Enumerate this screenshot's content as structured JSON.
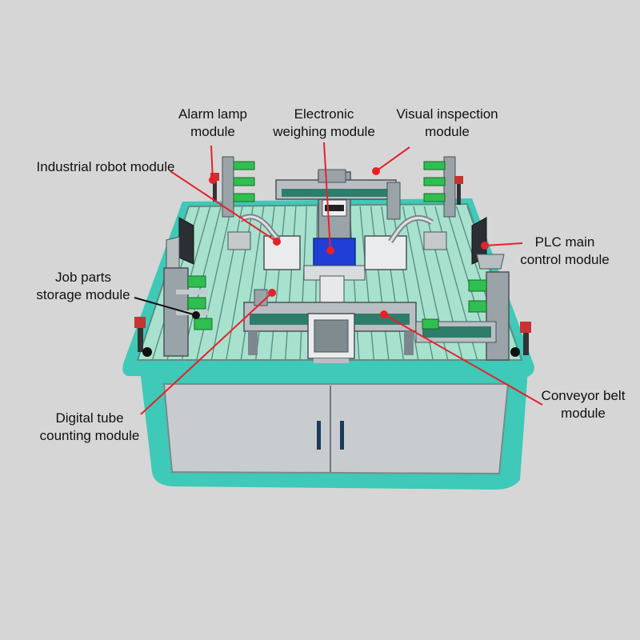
{
  "colors": {
    "background": "#d6d6d6",
    "frame": "#3ec9b8",
    "table_top": "#8fd8c0",
    "leader_line": "#e8202a",
    "marker": "#e8202a",
    "module_green": "#2fbf4f",
    "conveyor_belt": "#2e7d6a"
  },
  "labels": {
    "alarm_lamp": [
      "Alarm lamp",
      "module"
    ],
    "electronic_weighing": [
      "Electronic",
      "weighing module"
    ],
    "visual_inspection": [
      "Visual inspection",
      "module"
    ],
    "industrial_robot": [
      "Industrial robot module"
    ],
    "plc_main_control": [
      "PLC main",
      "control module"
    ],
    "job_parts_storage": [
      "Job parts",
      "storage module"
    ],
    "digital_tube_counting": [
      "Digital tube",
      "counting module"
    ],
    "conveyor_belt": [
      "Conveyor belt",
      "module"
    ]
  }
}
